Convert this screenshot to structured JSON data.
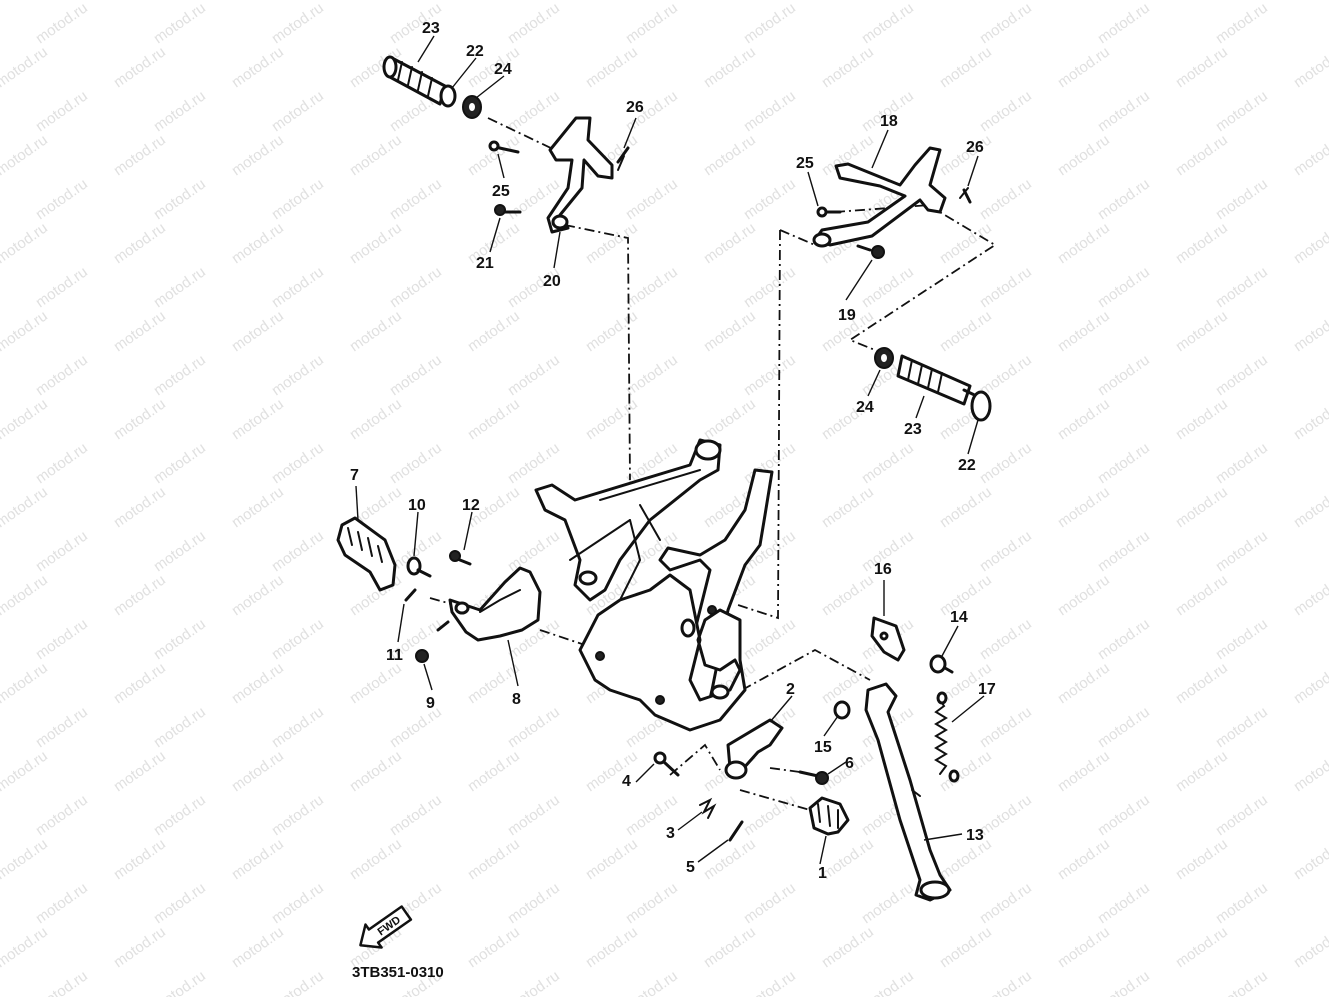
{
  "watermark": {
    "text": "motod.ru",
    "color": "#e0e0e0"
  },
  "diagram": {
    "code": "3TB351-0310",
    "fwd_label": "FWD",
    "line_color": "#111111",
    "background": "#ffffff"
  },
  "callouts": [
    {
      "id": "c23a",
      "label": "23"
    },
    {
      "id": "c22a",
      "label": "22"
    },
    {
      "id": "c24a",
      "label": "24"
    },
    {
      "id": "c26a",
      "label": "26"
    },
    {
      "id": "c25a",
      "label": "25"
    },
    {
      "id": "c21",
      "label": "21"
    },
    {
      "id": "c20",
      "label": "20"
    },
    {
      "id": "c18",
      "label": "18"
    },
    {
      "id": "c25b",
      "label": "25"
    },
    {
      "id": "c26b",
      "label": "26"
    },
    {
      "id": "c19",
      "label": "19"
    },
    {
      "id": "c24b",
      "label": "24"
    },
    {
      "id": "c23b",
      "label": "23"
    },
    {
      "id": "c22b",
      "label": "22"
    },
    {
      "id": "c7",
      "label": "7"
    },
    {
      "id": "c10",
      "label": "10"
    },
    {
      "id": "c12",
      "label": "12"
    },
    {
      "id": "c11",
      "label": "11"
    },
    {
      "id": "c9",
      "label": "9"
    },
    {
      "id": "c8",
      "label": "8"
    },
    {
      "id": "c16",
      "label": "16"
    },
    {
      "id": "c14",
      "label": "14"
    },
    {
      "id": "c17",
      "label": "17"
    },
    {
      "id": "c2",
      "label": "2"
    },
    {
      "id": "c15",
      "label": "15"
    },
    {
      "id": "c6",
      "label": "6"
    },
    {
      "id": "c4",
      "label": "4"
    },
    {
      "id": "c13",
      "label": "13"
    },
    {
      "id": "c3",
      "label": "3"
    },
    {
      "id": "c1",
      "label": "1"
    },
    {
      "id": "c5",
      "label": "5"
    }
  ]
}
